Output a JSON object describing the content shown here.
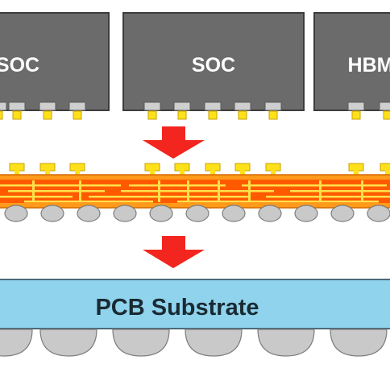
{
  "chips": [
    {
      "label": "SOC"
    },
    {
      "label": "SOC"
    },
    {
      "label": "HBM"
    }
  ],
  "substrate": {
    "label": "PCB Substrate"
  },
  "colors": {
    "chip_fill": "#6b6b6b",
    "chip_stroke": "#3c3c3c",
    "chip_text": "#ffffff",
    "pad_fill": "#cfcfcf",
    "bump_fill": "#ffe11a",
    "bump_stroke": "#c7a300",
    "interposer_orange": "#ff9a1a",
    "interposer_core": "#ff5a00",
    "trace_yellow": "#ffe14a",
    "arrow_red": "#f2261f",
    "substrate_fill": "#8fd3ec",
    "substrate_stroke": "#4a6a7a",
    "substrate_text": "#1a2a33",
    "ball_fill": "#c9c9c9",
    "ball_stroke": "#7d7d7d"
  },
  "icons": [
    "down-arrow-icon",
    "down-arrow-icon"
  ]
}
